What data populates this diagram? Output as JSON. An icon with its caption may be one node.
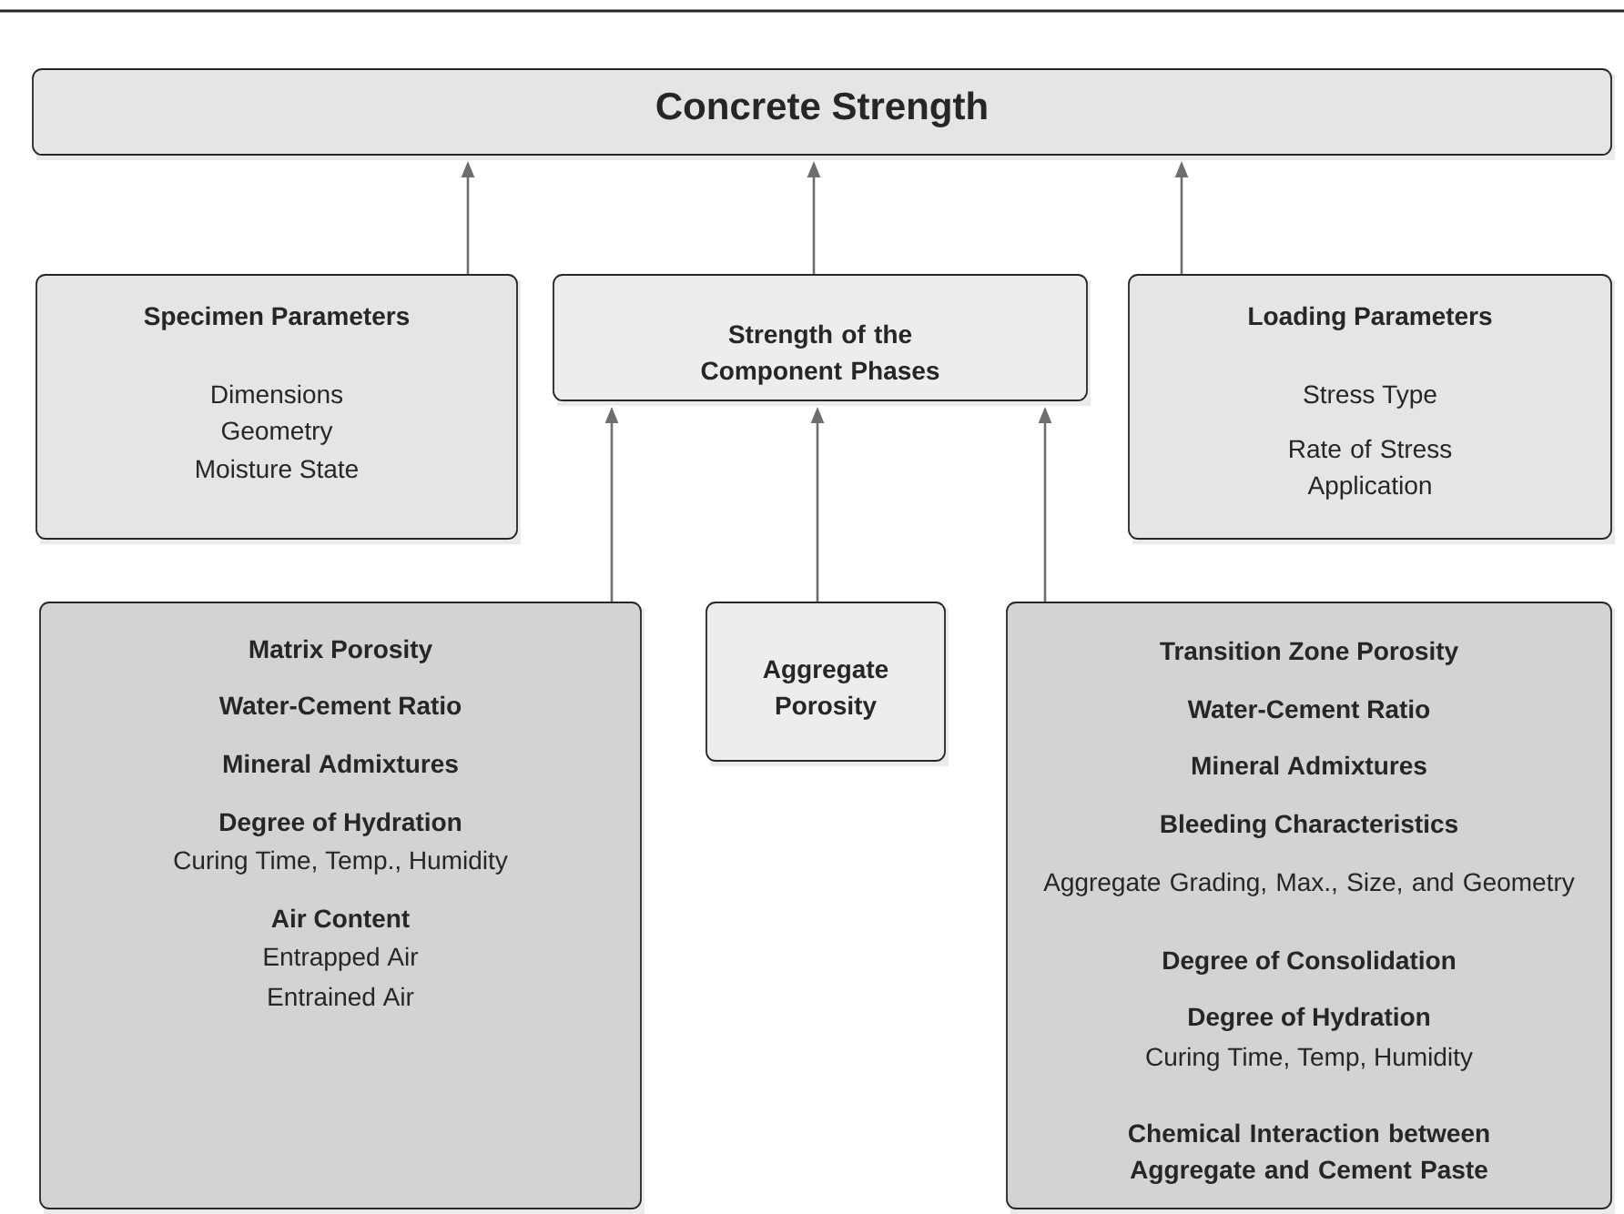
{
  "diagram": {
    "nodes": [
      {
        "text": [
          "Concrete Strength"
        ]
      },
      {
        "text": [
          "Specimen Parameters",
          "Dimensions",
          "Geometry",
          "Moisture State"
        ]
      },
      {
        "text": [
          "Strength of the Component Phases"
        ]
      },
      {
        "text": [
          "Loading Parameters",
          "Stress Type",
          "Rate of Stress Application"
        ]
      },
      {
        "text": [
          "Matrix Porosity",
          "Water-Cement Ratio",
          "Mineral Admixtures",
          "Degree of Hydration",
          "Curing Time, Temp., Humidity",
          "Air Content",
          "Entrapped Air",
          "Entrained Air"
        ]
      },
      {
        "text": [
          "Aggregate Porosity"
        ]
      },
      {
        "text": [
          "Transition Zone Porosity",
          "Water-Cement Ratio",
          "Mineral Admixtures",
          "Bleeding Characteristics",
          "Aggregate Grading, Max., Size, and Geometry",
          "Degree of Consolidation",
          "Degree of Hydration",
          "Curing Time, Temp, Humidity",
          "Chemical Interaction between Aggregate and Cement Paste"
        ]
      }
    ],
    "edges": [
      {
        "from": 1,
        "to": 0,
        "arrow": "to"
      },
      {
        "from": 2,
        "to": 0,
        "arrow": "to"
      },
      {
        "from": 3,
        "to": 0,
        "arrow": "to"
      },
      {
        "from": 4,
        "to": 2,
        "arrow": "to"
      },
      {
        "from": 5,
        "to": 2,
        "arrow": "to"
      },
      {
        "from": 6,
        "to": 2,
        "arrow": "to"
      }
    ]
  }
}
